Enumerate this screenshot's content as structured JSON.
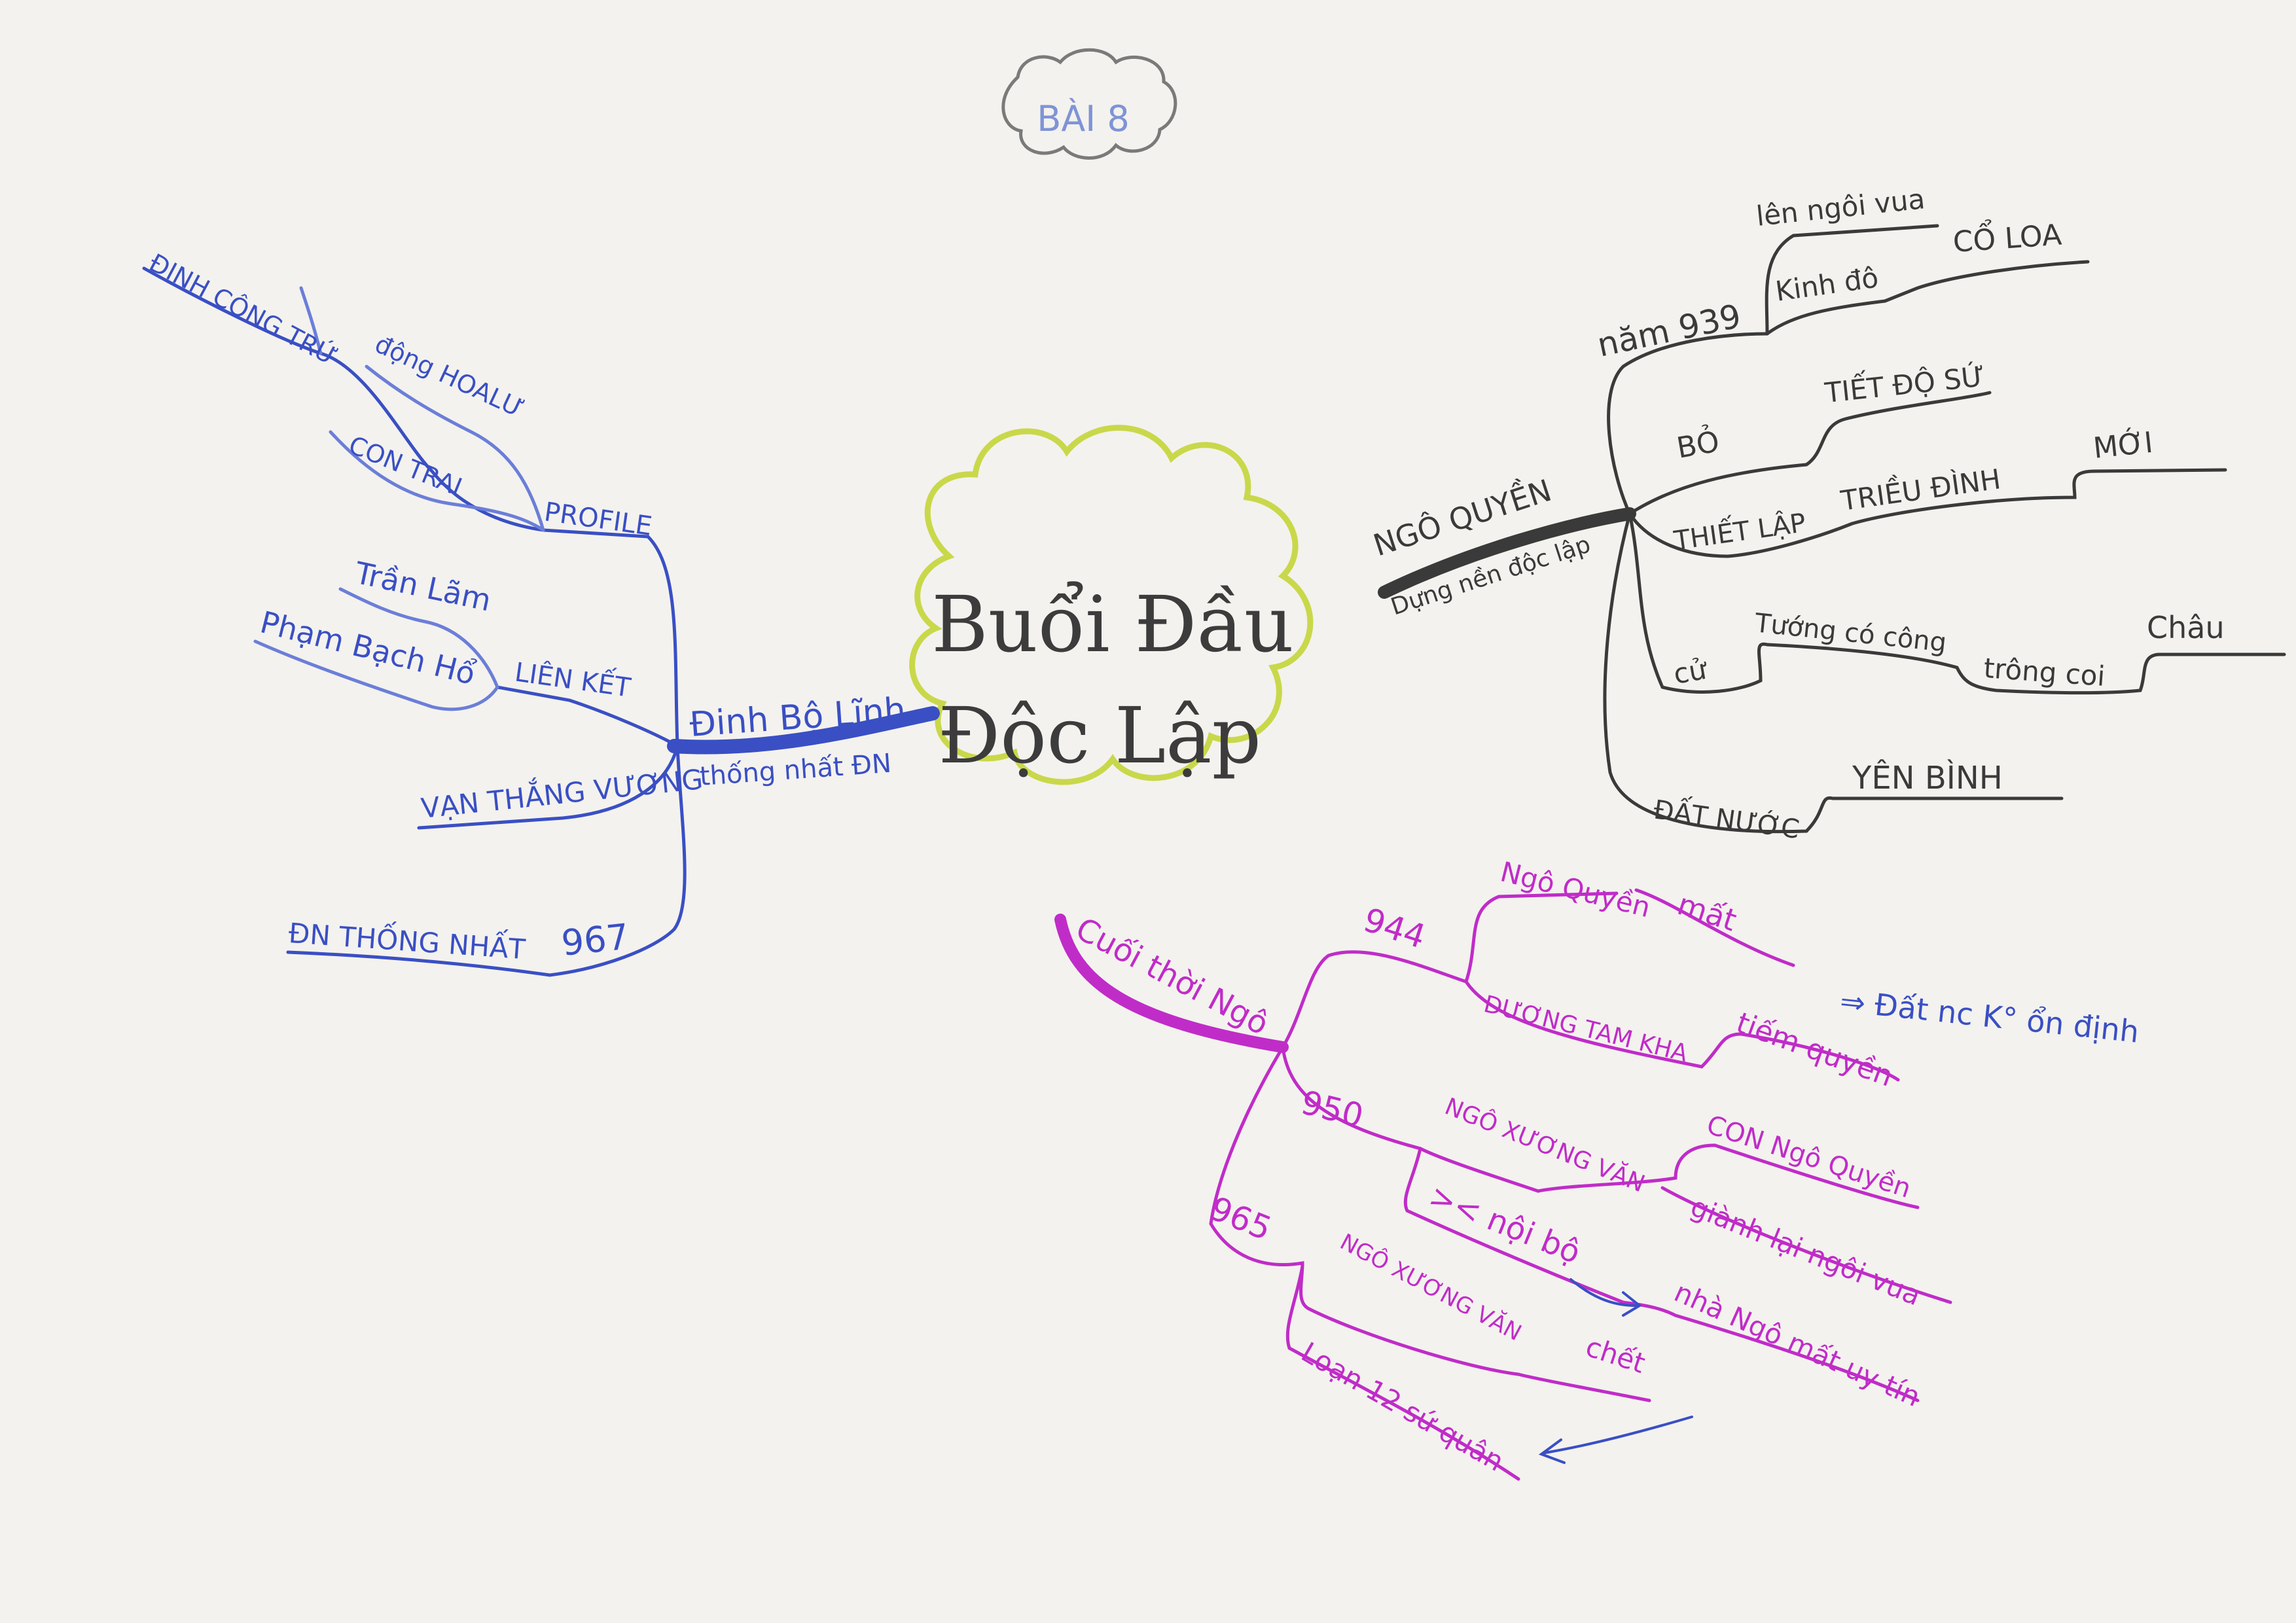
{
  "lesson_label": "BÀI 8",
  "center": {
    "line1": "Buổi Đầu",
    "line2": "Độc Lập"
  },
  "colors": {
    "blue": "#3a4fc4",
    "black": "#3a3a3a",
    "magenta": "#c02cc8",
    "cloud": "#c9d84a",
    "paper": "#f3f2ee"
  },
  "left": {
    "main": "Đinh Bộ Lĩnh",
    "sub": "thống nhất ĐN",
    "profile": "PROFILE",
    "dinh_cong_tru": "ĐINH CÔNG TRỨ",
    "dong_hoalu": "động HOALƯ",
    "con_trai": "CON TRAI",
    "lien_ket": "LIÊN KẾT",
    "tran_lam": "Trần Lãm",
    "pham_bach_ho": "Phạm Bạch Hổ",
    "van_thang_vuong": "VẠN THẮNG VƯƠNG",
    "dn_thong_nhat": "ĐN THỐNG NHẤT",
    "year_967": "967"
  },
  "right": {
    "main": "NGÔ QUYỀN",
    "sub": "Dựng nền độc lập",
    "nam_939": "năm 939",
    "len_ngoi_vua": "lên ngôi vua",
    "kinh_do": "Kinh đô",
    "co_loa": "CỔ LOA",
    "bo": "BỎ",
    "tiet_do_su": "TIẾT ĐỘ SỨ",
    "thiet_lap": "THIẾT LẬP",
    "trieu_dinh": "TRIỀU ĐÌNH",
    "moi": "MỚI",
    "cu": "cử",
    "tuong_co_cong": "Tướng có công",
    "trong_coi": "trông coi",
    "chau": "Châu",
    "dat_nuoc": "ĐẤT NƯỚC",
    "yen_binh": "YÊN BÌNH"
  },
  "bottom": {
    "main": "Cuối thời Ngô",
    "year_944": "944",
    "ngo_quyen": "Ngô Quyền",
    "mat": "mất",
    "duong_tam_kha": "DƯƠNG TAM KHA",
    "tiem_quyen": "tiếm quyền",
    "dat_nc": "⇒ Đất nc K° ổn định",
    "year_950": "950",
    "ngo_xuong_van": "NGÔ XƯƠNG VĂN",
    "con_ngo_quyen": "CON Ngô Quyền",
    "gianh_lai": "giành lại ngôi vua",
    "noi_bo": "><  nội bộ",
    "nha_ngo": "nhà Ngô mất uy tín",
    "year_965": "965",
    "ngo_xuong_van_2": "NGÔ XƯƠNG VĂN",
    "chet": "chết",
    "loan": "Loạn 12 sứ quân"
  }
}
